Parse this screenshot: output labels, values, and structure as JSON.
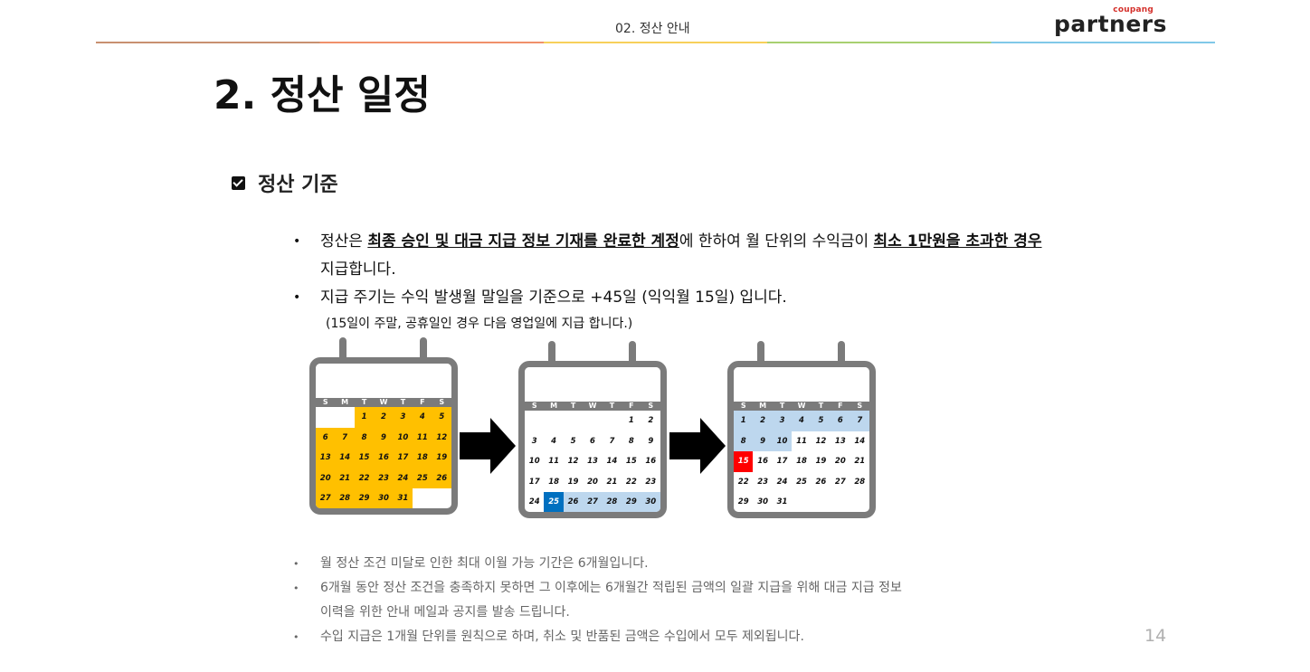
{
  "header": {
    "section_label": "02. 정산 안내",
    "logo_small": "coupang",
    "logo_big": "partners"
  },
  "page_title": "2. 정산 일정",
  "section_title": "정산 기준",
  "bullets": {
    "b1_pre": "정산은 ",
    "b1_bold1": "최종 승인 및 대금 지급 정보 기재를 완료한 계정",
    "b1_mid": "에 한하여 월 단위의 수익금이 ",
    "b1_bold2": "최소 1만원을 초과한 경우",
    "b1_post": " 지급합니다.",
    "b2": "지급 주기는 수익 발생월 말일을 기준으로 +45일 (익익월 15일) 입니다."
  },
  "note": "(15일이 주말, 공휴일인 경우 다음 영업일에 지급 합니다.)",
  "calendar_weekdays": [
    "S",
    "M",
    "T",
    "W",
    "T",
    "F",
    "S"
  ],
  "calendars": [
    {
      "days": [
        "",
        "",
        "1",
        "2",
        "3",
        "4",
        "5",
        "6",
        "7",
        "8",
        "9",
        "10",
        "11",
        "12",
        "13",
        "14",
        "15",
        "16",
        "17",
        "18",
        "19",
        "20",
        "21",
        "22",
        "23",
        "24",
        "25",
        "26",
        "27",
        "28",
        "29",
        "30",
        "31",
        "",
        ""
      ],
      "highlight": "earning-month"
    },
    {
      "days": [
        "",
        "",
        "",
        "",
        "",
        "1",
        "2",
        "3",
        "4",
        "5",
        "6",
        "7",
        "8",
        "9",
        "10",
        "11",
        "12",
        "13",
        "14",
        "15",
        "16",
        "17",
        "18",
        "19",
        "20",
        "21",
        "22",
        "23",
        "24",
        "25",
        "26",
        "27",
        "28",
        "29",
        "30"
      ],
      "highlight": "month-end"
    },
    {
      "days": [
        "1",
        "2",
        "3",
        "4",
        "5",
        "6",
        "7",
        "8",
        "9",
        "10",
        "11",
        "12",
        "13",
        "14",
        "15",
        "16",
        "17",
        "18",
        "19",
        "20",
        "21",
        "22",
        "23",
        "24",
        "25",
        "26",
        "27",
        "28",
        "29",
        "30",
        "31",
        "",
        "",
        "",
        ""
      ],
      "highlight": "payment-day"
    }
  ],
  "colors": {
    "earning": "#ffc000",
    "light_blue": "#bdd7ee",
    "dark_blue": "#0070c0",
    "payment": "#ff0000",
    "frame": "#7b7b7b"
  },
  "small_bullets": {
    "s1": "월 정산 조건 미달로 인한 최대 이월 가능 기간은 6개월입니다.",
    "s2a": "6개월 동안 정산 조건을 충족하지 못하면 그 이후에는 6개월간 적립된 금액의 일괄 지급을 위해 대금 지급 정보",
    "s2b": "이력을 위한 안내 메일과 공지를 발송 드립니다.",
    "s3": "수입 지급은 1개월 단위를 원칙으로 하며, 취소 및 반품된 금액은 수입에서 모두 제외됩니다."
  },
  "page_number": "14",
  "bullet_char": "•"
}
